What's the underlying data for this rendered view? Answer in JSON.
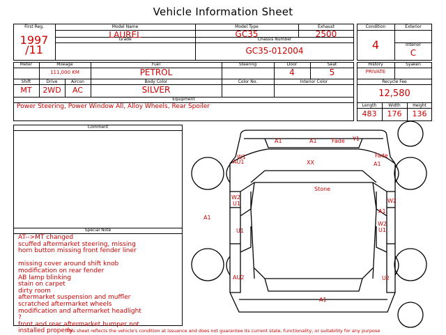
{
  "title": "Vehicle Information Sheet",
  "labels": {
    "first_reg": "First Reg.",
    "model_name": "Model Name",
    "model_type": "Model Type",
    "exhaust": "Exhaust",
    "grade": "Grade",
    "chassis_number": "Chassis Number",
    "condition": "Condition",
    "exterior": "Exterior",
    "interior": "Interior",
    "meter": "Meter",
    "mileage": "Mileage",
    "fuel": "Fuel",
    "steering": "Steering",
    "door": "Door",
    "seat": "Seat",
    "history": "History",
    "syaken": "Syaken",
    "shift": "Shift",
    "drive": "Drive",
    "aircon": "Aircon",
    "body_color": "Body Color",
    "color_no": "Color No.",
    "interior_color": "Interior Color",
    "recycle_fee": "Recycle Fee",
    "equipment": "Equipment",
    "length": "Length",
    "width": "Width",
    "height": "Height",
    "comment": "Comment",
    "special_note": "Special Note"
  },
  "values": {
    "first_reg_year": "1997",
    "first_reg_month": "/11",
    "model_name": "LAUREL",
    "model_type": "GC35",
    "exhaust": "2500",
    "chassis_number": "GC35-012004",
    "condition": "4",
    "interior": "C",
    "mileage": "111,000 KM",
    "fuel": "PETROL",
    "door": "4",
    "seat": "5",
    "history": "PRIVATE",
    "shift": "MT",
    "drive": "2WD",
    "aircon": "AC",
    "body_color": "SILVER",
    "recycle_fee": "12,580",
    "equipment": "Power Steering, Power Window  All, Alloy Wheels, Rear Spoiler",
    "length": "483",
    "width": "176",
    "height": "136"
  },
  "special_notes": [
    "AT-->MT changed",
    "scuffed aftermarket steering, missing",
    "horn button missing front fender liner",
    "",
    "missing cover around shift knob",
    "modification on rear fender",
    "AB lamp blinking",
    "stain on carpet",
    "dirty room",
    "aftermarket suspension and muffler",
    "scratched aftermarket wheels",
    "modification and aftermarket headlight",
    "?",
    "front and rear aftermarket bumper not",
    "installed properly"
  ],
  "damage_marks": {
    "a1_top_left": "A1",
    "a1_top_mid": "A1",
    "fade_top": "Fade",
    "y1_top": "Y1",
    "w1_front_left": "W1",
    "au1_front_left": "AU1",
    "xx_hood": "XX",
    "fade_right": "Fade",
    "a1_right_front": "A1",
    "stone": "Stone",
    "w2_left": "W2",
    "u1_left": "U1",
    "a1_left": "A1",
    "u1_left_lower": "U1",
    "w2_right": "W2",
    "a1_right": "A1",
    "w2_right_lower": "W2",
    "u1_right_lower": "U1",
    "au2_left": "AU2",
    "u2_right": "U2",
    "a1_bottom": "A1"
  },
  "footer": "This sheet reflects the vehicle's condition at issuance and does not guarantee its current state, functionality, or suitability for any purpose"
}
